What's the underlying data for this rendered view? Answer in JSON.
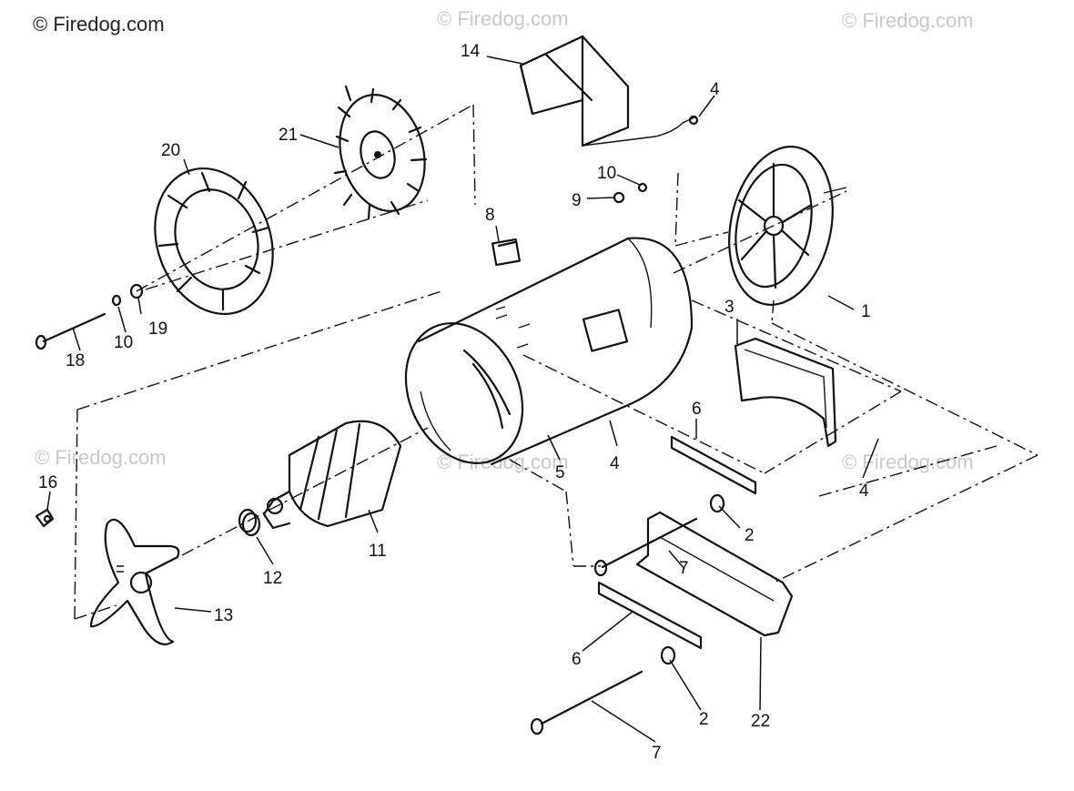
{
  "watermarks": {
    "main": "© Firedog.com",
    "faint": "© Firedog.com"
  },
  "callouts": {
    "c1": "1",
    "c2a": "2",
    "c2b": "2",
    "c3": "3",
    "c4a": "4",
    "c4b": "4",
    "c4c": "4",
    "c5": "5",
    "c6a": "6",
    "c6b": "6",
    "c7a": "7",
    "c7b": "7",
    "c8": "8",
    "c9": "9",
    "c10a": "10",
    "c10b": "10",
    "c11": "11",
    "c12": "12",
    "c13": "13",
    "c14": "14",
    "c16": "16",
    "c18": "18",
    "c19": "19",
    "c20": "20",
    "c21": "21",
    "c22": "22"
  }
}
